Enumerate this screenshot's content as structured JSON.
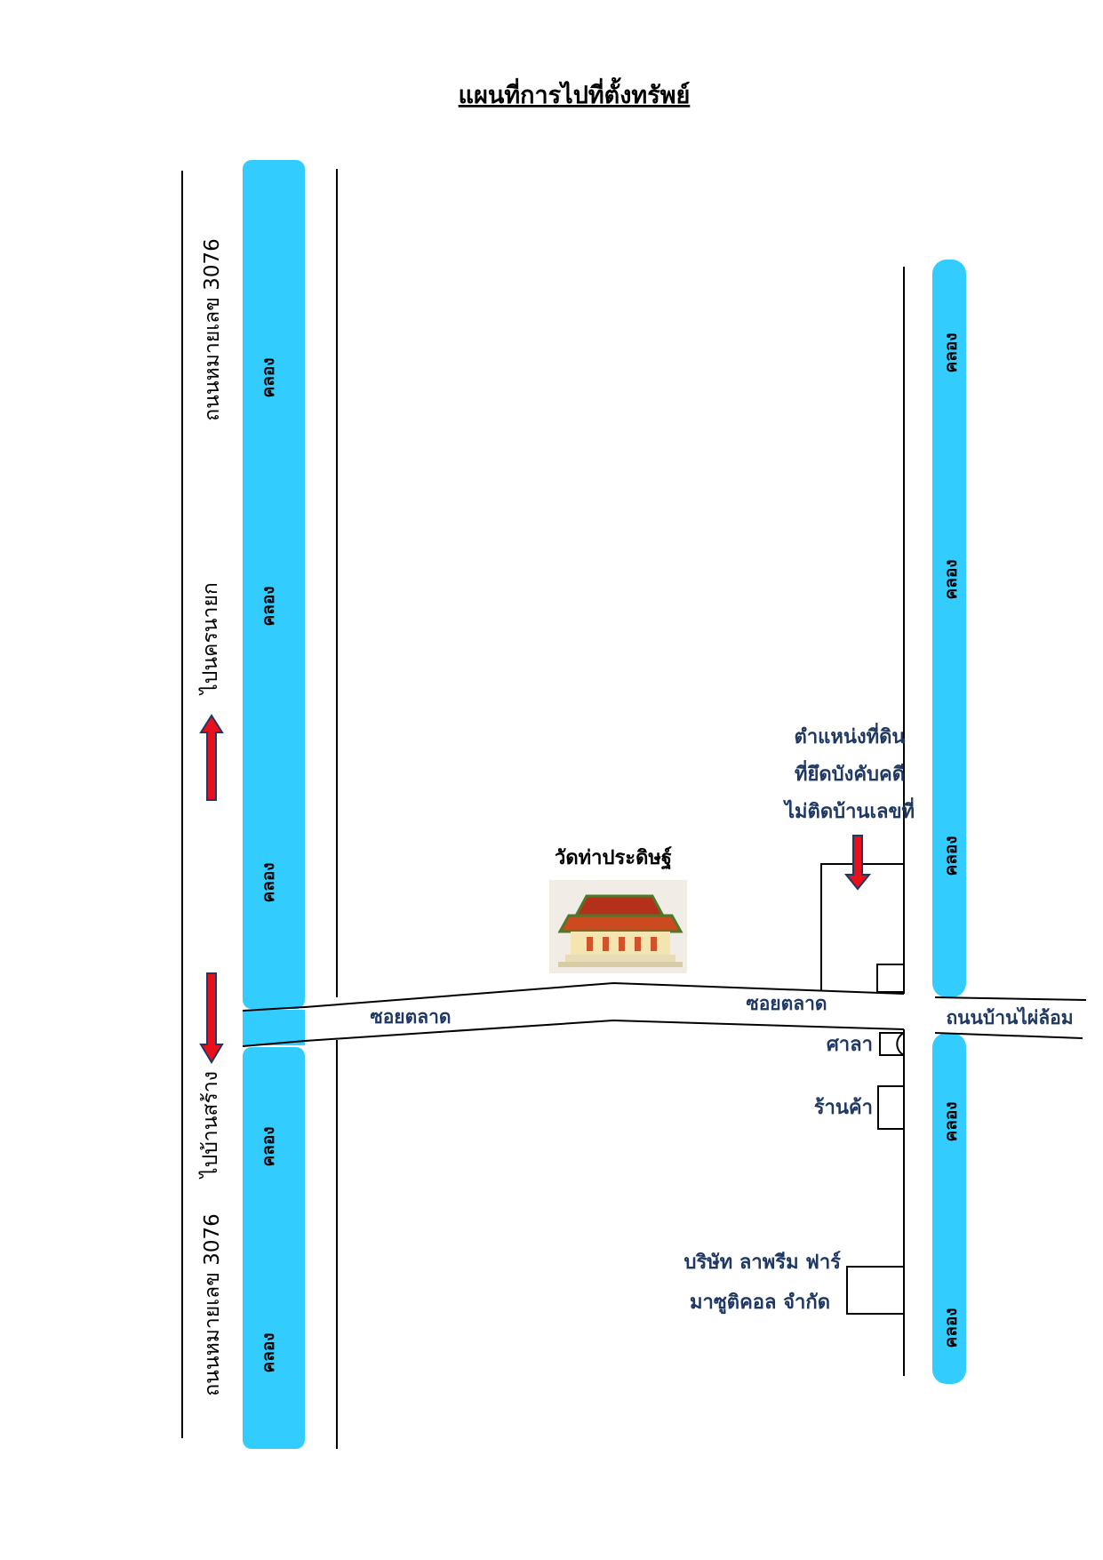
{
  "title": "แผนที่การไปที่ตั้งทรัพย์",
  "roads": {
    "highway_upper": "ถนนหมายเลข 3076",
    "highway_lower": "ถนนหมายเลข 3076",
    "to_north": "ไปนครนายก",
    "to_south": "ไปบ้านสร้าง",
    "soi_left": "ซอยตลาด",
    "soi_right": "ซอยตลาด",
    "ban_phai_lom": "ถนนบ้านไผ่ล้อม"
  },
  "canal_label": "คลอง",
  "landmarks": {
    "temple": "วัดท่าประดิษฐ์",
    "sala": "ศาลา",
    "shop": "ร้านค้า",
    "company_line1": "บริษัท ลาพรีม ฟาร์",
    "company_line2": "มาซูติคอล จำกัด"
  },
  "property": {
    "line1": "ตำแหน่งที่ดิน",
    "line2": "ที่ยึดบังคับคดี",
    "line3": "ไม่ติดบ้านเลขที่"
  },
  "colors": {
    "canal": "#33ccff",
    "arrow": "#e8101a",
    "arrow_outline": "#1f3864",
    "label_navy": "#1f3864"
  },
  "icons": {
    "temple": "thai-temple-icon",
    "arrow_up": "arrow-up-icon",
    "arrow_down": "arrow-down-icon"
  }
}
